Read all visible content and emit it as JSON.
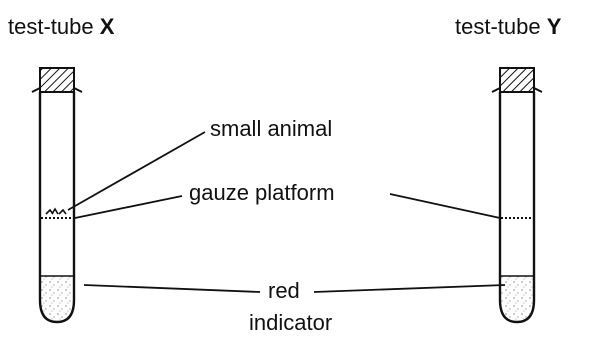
{
  "tubes": {
    "left": {
      "prefix": "test-tube ",
      "letter": "X"
    },
    "right": {
      "prefix": "test-tube ",
      "letter": "Y"
    }
  },
  "labels": {
    "small_animal": "small animal",
    "gauze_platform": "gauze platform",
    "red": "red",
    "indicator": "indicator"
  },
  "colors": {
    "ink": "#111111",
    "indicator_fill": "#d9d9d9"
  }
}
